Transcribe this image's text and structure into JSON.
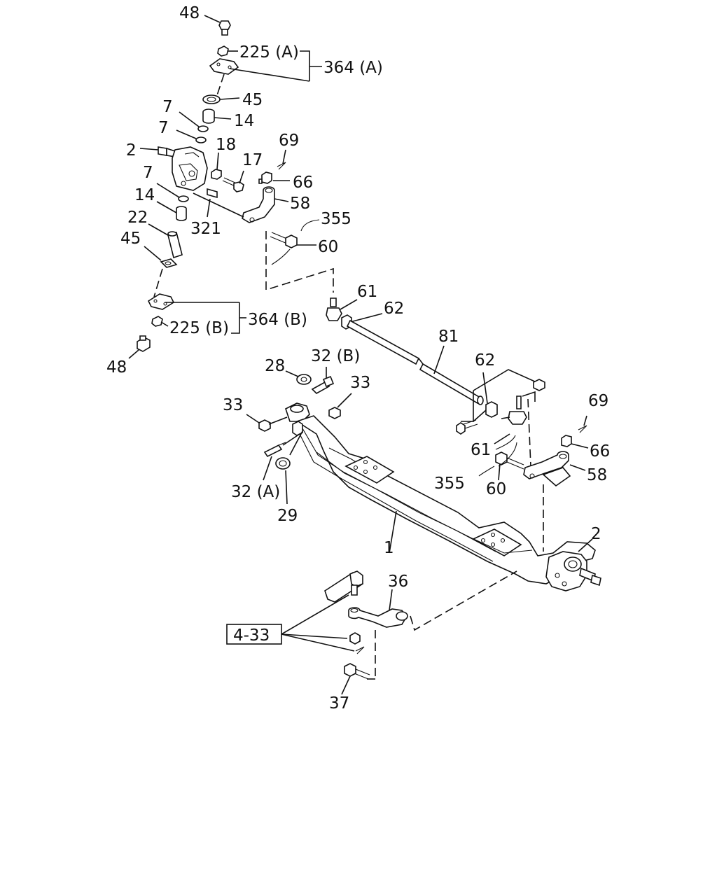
{
  "callouts": {
    "p48_top": "48",
    "p225a": "225 (A)",
    "p364a": "364 (A)",
    "p45_top": "45",
    "p7_a": "7",
    "p14_a": "14",
    "p7_b": "7",
    "p2_left": "2",
    "p18": "18",
    "p17": "17",
    "p69_top": "69",
    "p66_top": "66",
    "p7_c": "7",
    "p58_top": "58",
    "p14_b": "14",
    "p321": "321",
    "p22": "22",
    "p355_top": "355",
    "p45_mid": "45",
    "p60_top": "60",
    "p61_top": "61",
    "p62_top": "62",
    "p364b": "364 (B)",
    "p225b": "225 (B)",
    "p48_bot": "48",
    "p81": "81",
    "p28": "28",
    "p32b": "32 (B)",
    "p33_right": "33",
    "p62_right": "62",
    "p33_left": "33",
    "p69_right": "69",
    "p61_right": "61",
    "p66_right": "66",
    "p355_right": "355",
    "p60_right": "60",
    "p58_right": "58",
    "p32a": "32 (A)",
    "p29": "29",
    "p1": "1",
    "p2_right": "2",
    "p36": "36",
    "ref_box": "4-33",
    "p37": "37"
  }
}
